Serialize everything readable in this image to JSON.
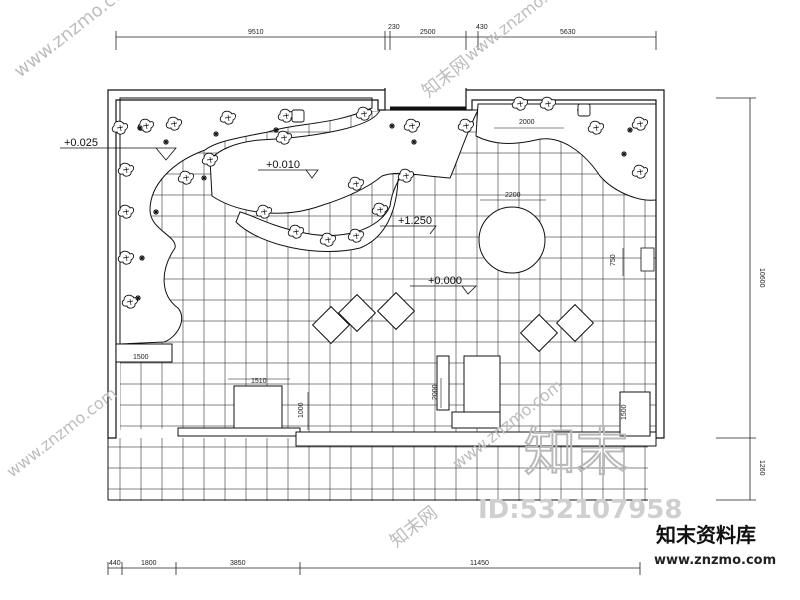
{
  "dimensions": {
    "top": [
      "9510",
      "230",
      "2500",
      "430",
      "5630"
    ],
    "bottom": [
      "440",
      "1800",
      "3850",
      "11450"
    ],
    "right": [
      "10600",
      "1260"
    ],
    "interior": {
      "stage_width": "2000",
      "table_width": "2200",
      "side_750": "750",
      "left_1500": "1500",
      "counter_1510": "1510",
      "counter_1000": "1000",
      "partition_2000": "2000",
      "right_2000": "2000",
      "right_1500": "1500"
    }
  },
  "levels": [
    "+0.025",
    "+0.010",
    "+1.250",
    "+0.000"
  ],
  "watermarks": {
    "diagonal": "www.znzmo.com",
    "cn": "知末网",
    "big_logo": "知末",
    "id_label": "ID:532107958",
    "brand_name": "知末资料库",
    "brand_url": "www.znzmo.com"
  },
  "icons": [
    "plant-icon",
    "shrub-icon",
    "seating-icon"
  ]
}
